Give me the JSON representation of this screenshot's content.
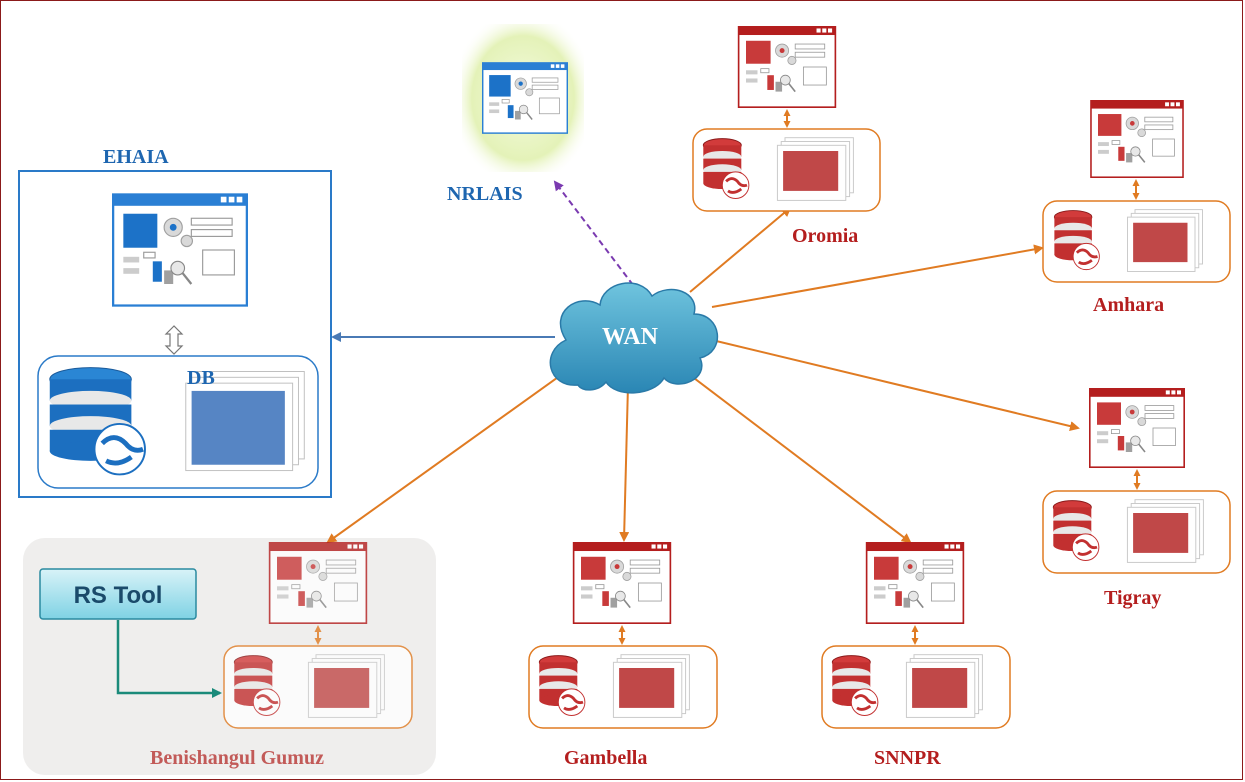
{
  "center": {
    "label": "WAN"
  },
  "ehaia": {
    "title": "EHAIA",
    "db_label": "DB"
  },
  "nrlais": {
    "label": "NRLAIS"
  },
  "tool": {
    "label": "RS Tool"
  },
  "regions": [
    {
      "id": "oromia",
      "label": "Oromia"
    },
    {
      "id": "amhara",
      "label": "Amhara"
    },
    {
      "id": "tigray",
      "label": "Tigray"
    },
    {
      "id": "snnpr",
      "label": "SNNPR"
    },
    {
      "id": "gambella",
      "label": "Gambella"
    },
    {
      "id": "benishangul",
      "label": "Benishangul Gumuz"
    }
  ],
  "colors": {
    "region": "#b41e1e",
    "central": "#1e66b0",
    "link_region": "#e07b22",
    "link_central": "#4a7ab5",
    "link_nrlais": "#7a3ab0",
    "tool": "#1a8a7a"
  }
}
